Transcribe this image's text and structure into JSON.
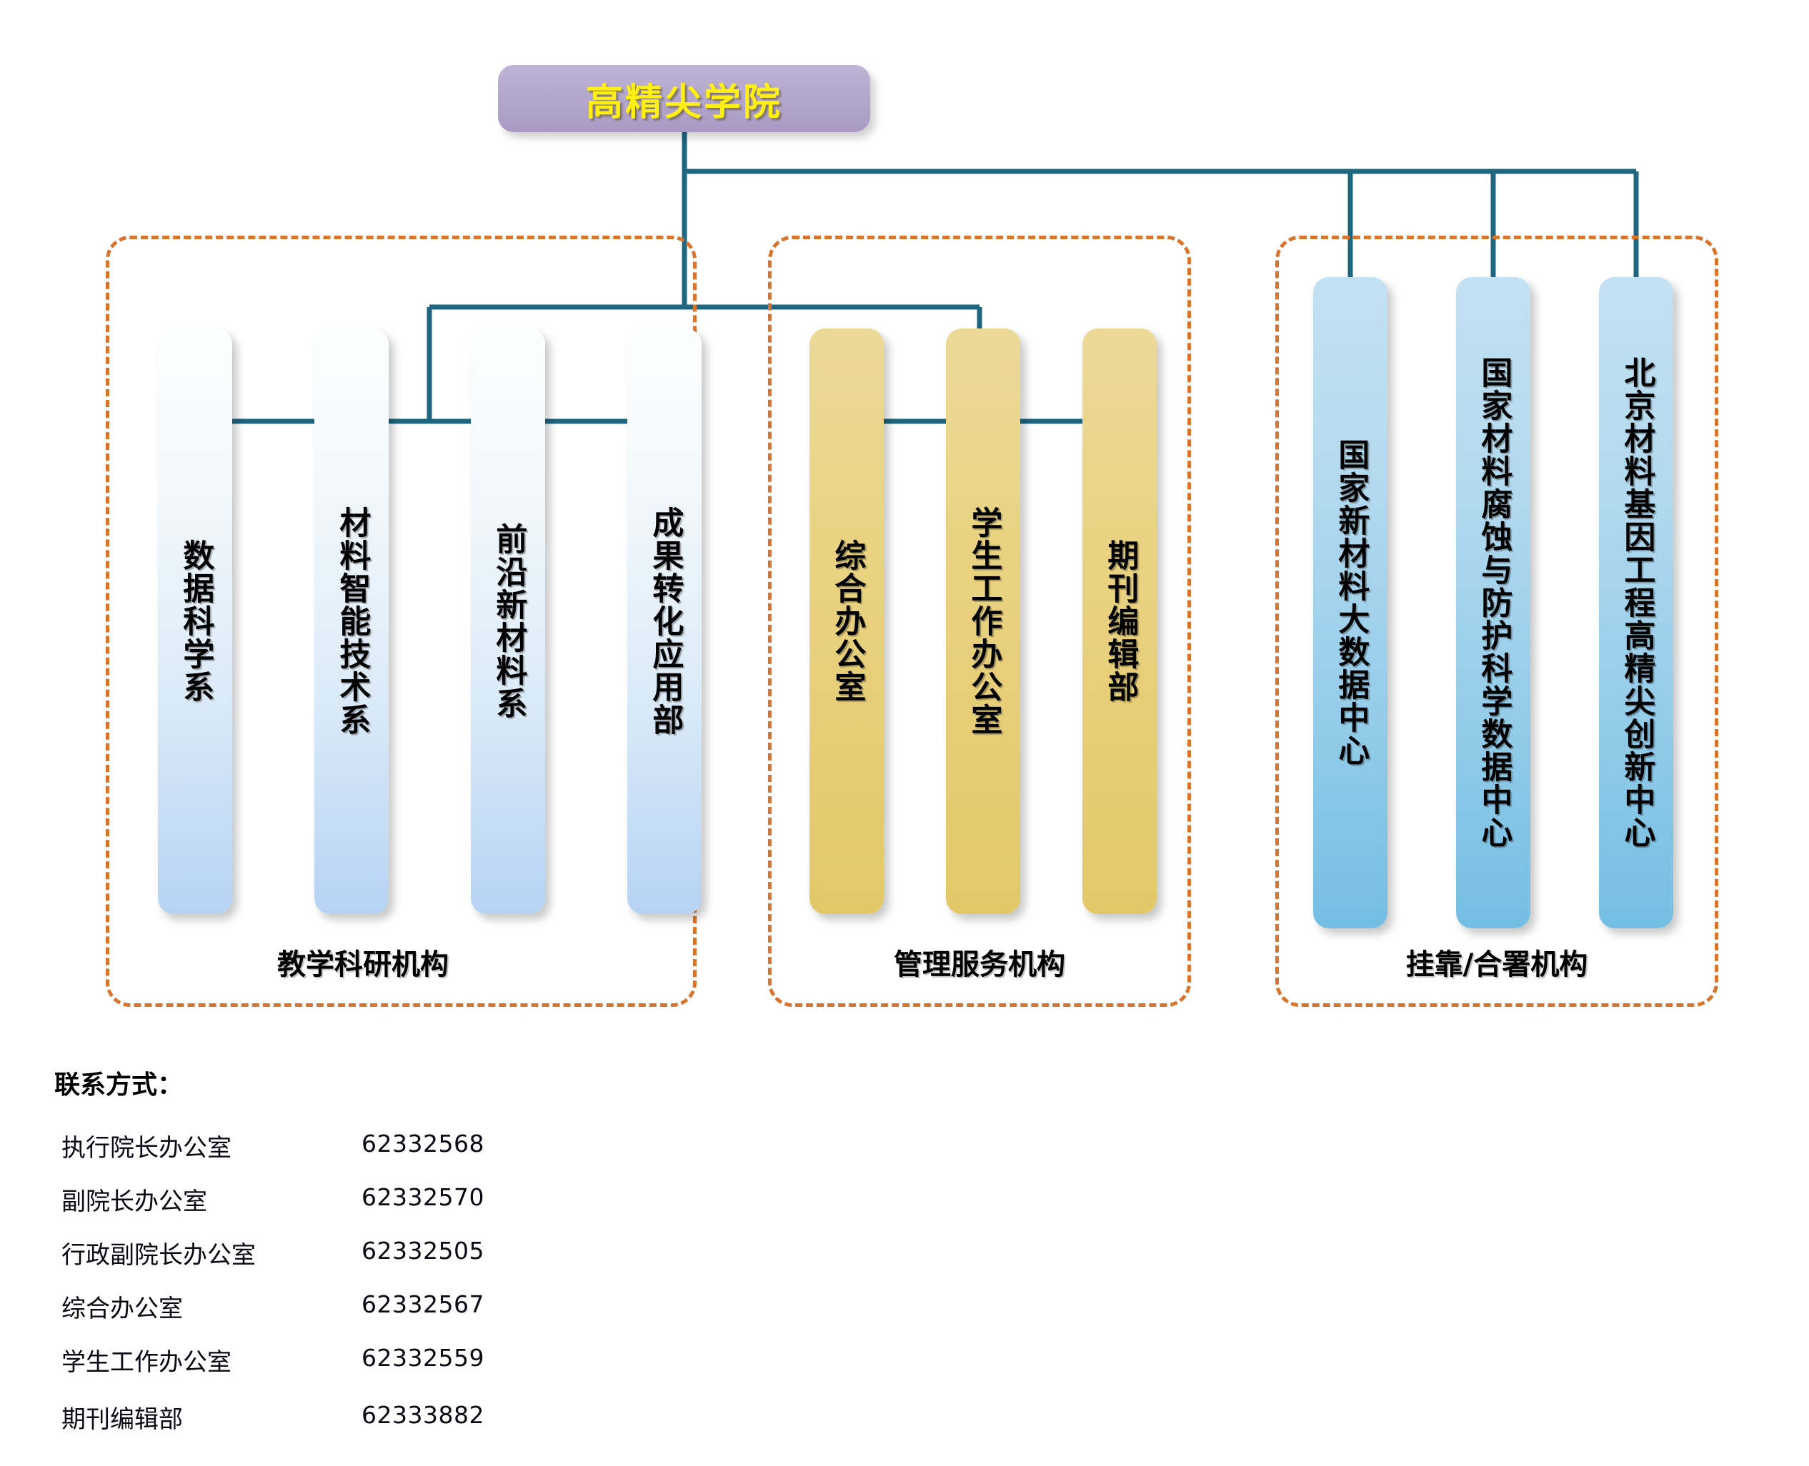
{
  "root": {
    "label": "高精尖学院",
    "text_color": "#ffef17",
    "box_color": "#b5a8ce"
  },
  "theme": {
    "connector_color": "#1f6681",
    "group_border_color": "#d9742f",
    "teaching_node_color": "#cfe4f8",
    "admin_node_color": "#e8d07e",
    "affiliate_node_color": "#9ed2ec"
  },
  "groups": [
    {
      "id": "teaching-research",
      "label": "教学科研机构",
      "nodes": [
        {
          "label": "数据科学系"
        },
        {
          "label": "材料智能技术系"
        },
        {
          "label": "前沿新材料系"
        },
        {
          "label": "成果转化应用部"
        }
      ]
    },
    {
      "id": "management-service",
      "label": "管理服务机构",
      "nodes": [
        {
          "label": "综合办公室"
        },
        {
          "label": "学生工作办公室"
        },
        {
          "label": "期刊编辑部"
        }
      ]
    },
    {
      "id": "affiliated-joint",
      "label": "挂靠/合署机构",
      "nodes": [
        {
          "label": "国家新材料大数据中心"
        },
        {
          "label": "国家材料腐蚀与防护科学数据中心"
        },
        {
          "label": "北京材料基因工程高精尖创新中心"
        }
      ]
    }
  ],
  "contact": {
    "title": "联系方式：",
    "rows": [
      {
        "name": "执行院长办公室",
        "phone": "62332568"
      },
      {
        "name": "副院长办公室",
        "phone": "62332570"
      },
      {
        "name": "行政副院长办公室",
        "phone": "62332505"
      },
      {
        "name": "综合办公室",
        "phone": "62332567"
      },
      {
        "name": "学生工作办公室",
        "phone": "62332559"
      },
      {
        "name": "期刊编辑部",
        "phone": "62333882"
      }
    ]
  }
}
